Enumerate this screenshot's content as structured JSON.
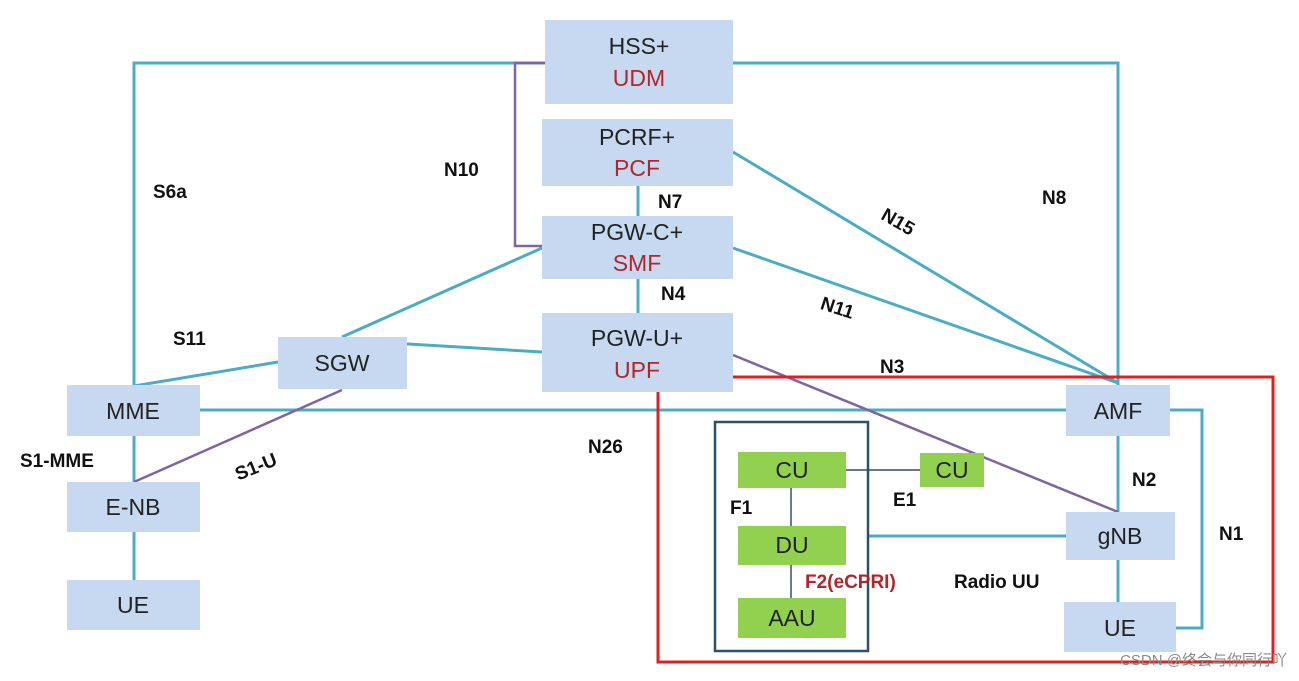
{
  "diagram": {
    "colors": {
      "box_fill": "#c6d9f1",
      "green_fill": "#92d050",
      "line_teal": "#4bacc6",
      "line_purple": "#8064a2",
      "red_frame": "#e02020",
      "dark_frame": "#2f4f6f",
      "red_text": "#b3252a"
    },
    "nodes": {
      "hss": {
        "line1": "HSS+",
        "line2": "UDM"
      },
      "pcrf": {
        "line1": "PCRF+",
        "line2": "PCF"
      },
      "pgwc": {
        "line1": "PGW-C+",
        "line2": "SMF"
      },
      "pgwu": {
        "line1": "PGW-U+",
        "line2": "UPF"
      },
      "sgw": {
        "line1": "SGW"
      },
      "mme": {
        "line1": "MME"
      },
      "enb": {
        "line1": "E-NB"
      },
      "ue_left": {
        "line1": "UE"
      },
      "amf": {
        "line1": "AMF"
      },
      "gnb": {
        "line1": "gNB"
      },
      "ue_right": {
        "line1": "UE"
      },
      "cu_inner": {
        "line1": "CU"
      },
      "cu_outer": {
        "line1": "CU"
      },
      "du": {
        "line1": "DU"
      },
      "aau": {
        "line1": "AAU"
      }
    },
    "labels": {
      "s6a": "S6a",
      "n10": "N10",
      "n7": "N7",
      "n4": "N4",
      "n15": "N15",
      "n8": "N8",
      "n11": "N11",
      "n3": "N3",
      "s11": "S11",
      "s1_mme": "S1-MME",
      "s1_u": "S1-U",
      "n26": "N26",
      "n2": "N2",
      "n1": "N1",
      "f1": "F1",
      "e1": "E1",
      "f2": "F2(eCPRI)",
      "radio_uu": "Radio UU"
    },
    "watermark": "CSDN @终会与你同行吖"
  }
}
